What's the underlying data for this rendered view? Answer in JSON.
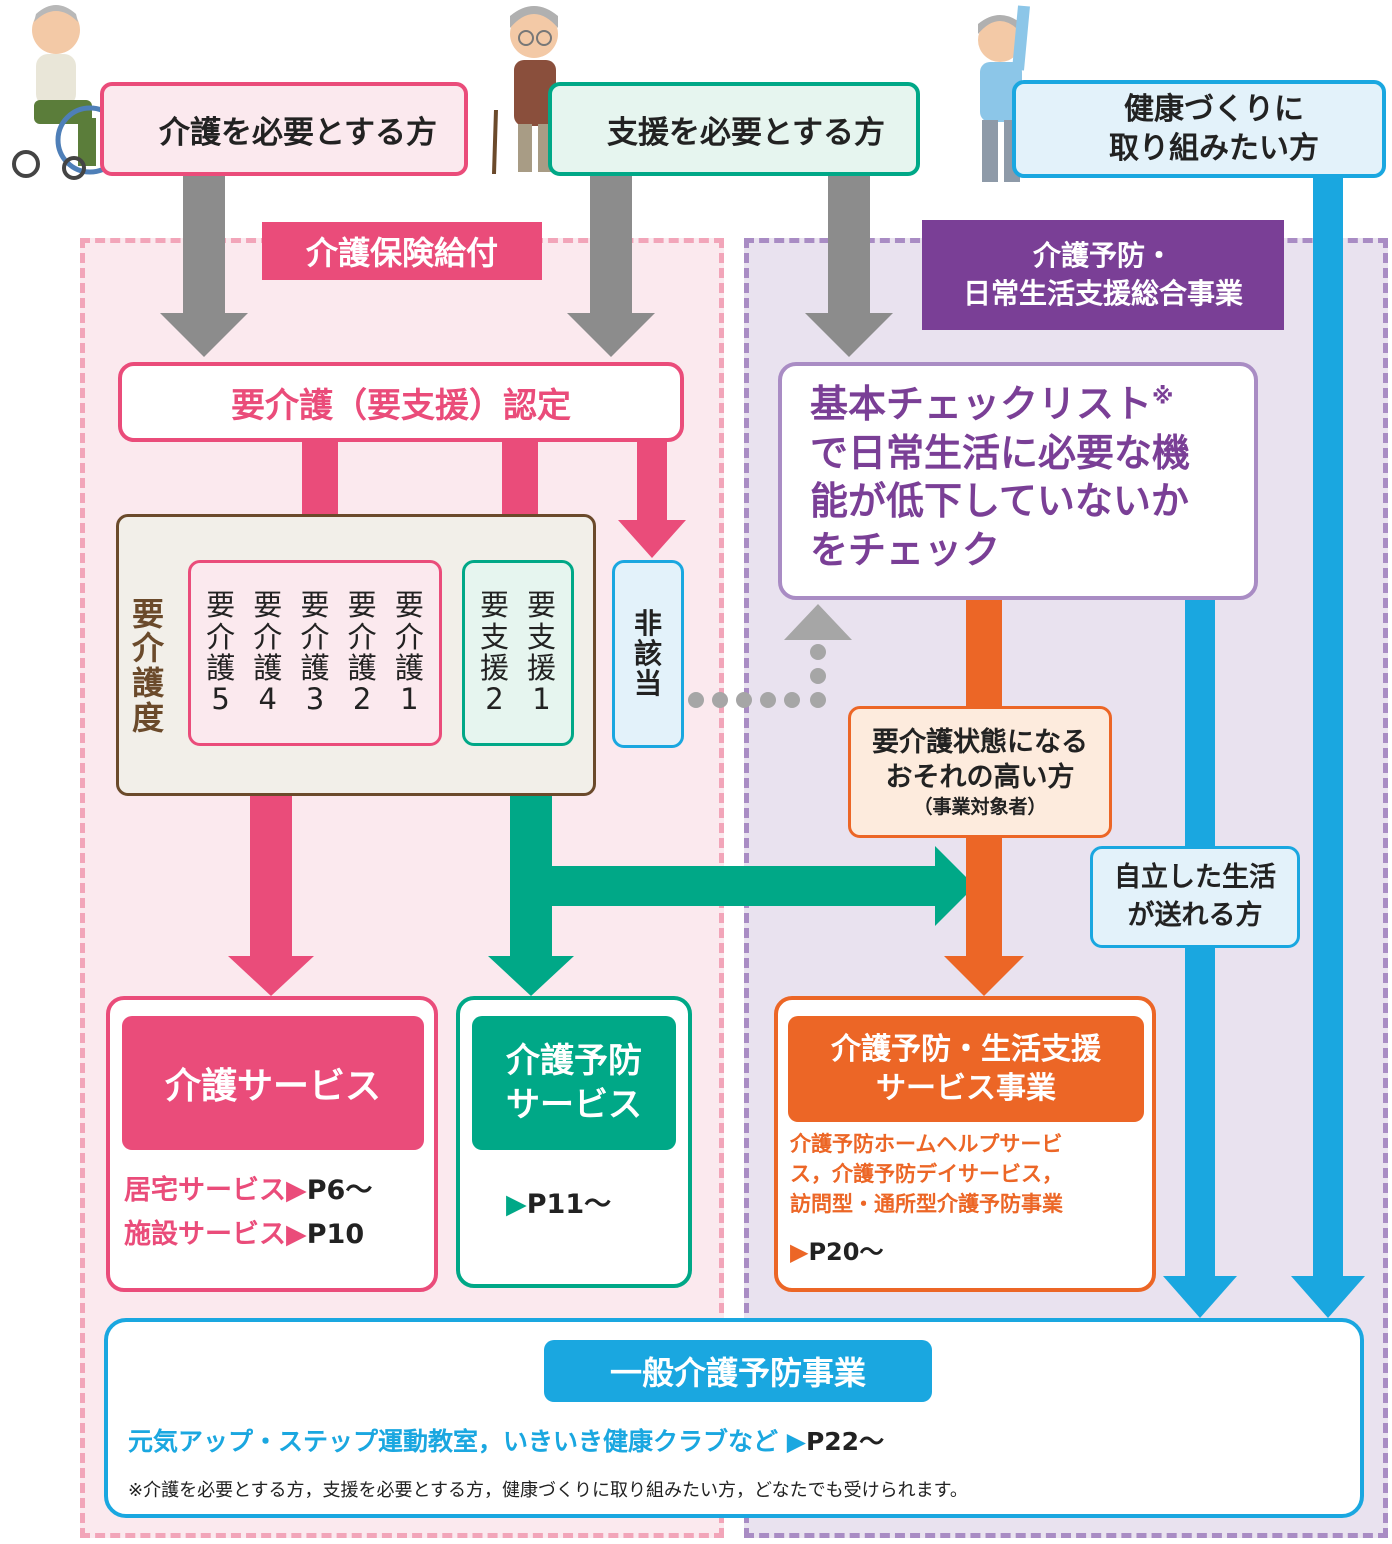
{
  "colors": {
    "pink": "#ea4c7a",
    "pink_bg": "#fbe9ee",
    "pink_border": "#f2a5b9",
    "green": "#00a887",
    "green_bg": "#e6f5ef",
    "purple": "#7a3f96",
    "purple_bg": "#e9e2ef",
    "purple_border": "#a98cc4",
    "orange": "#ec6626",
    "orange_bg": "#fdebdd",
    "blue": "#1aa7e0",
    "blue_bg": "#e3f2fa",
    "gray": "#8c8c8c",
    "brown_bg": "#f2efe9",
    "brown_text": "#6b4a2b"
  },
  "top_boxes": {
    "care": "介護を必要とする方",
    "support": "支援を必要とする方",
    "health_line1": "健康づくりに",
    "health_line2": "取り組みたい方"
  },
  "insurance_label": "介護保険給付",
  "general_program_label_line1": "介護予防・",
  "general_program_label_line2": "日常生活支援総合事業",
  "certification": "要介護（要支援）認定",
  "care_level_title": [
    "要",
    "介",
    "護",
    "度"
  ],
  "care_levels": [
    {
      "chars": [
        "要",
        "介",
        "護"
      ],
      "num": "5"
    },
    {
      "chars": [
        "要",
        "介",
        "護"
      ],
      "num": "4"
    },
    {
      "chars": [
        "要",
        "介",
        "護"
      ],
      "num": "3"
    },
    {
      "chars": [
        "要",
        "介",
        "護"
      ],
      "num": "2"
    },
    {
      "chars": [
        "要",
        "介",
        "護"
      ],
      "num": "1"
    }
  ],
  "support_levels": [
    {
      "chars": [
        "要",
        "支",
        "援"
      ],
      "num": "2"
    },
    {
      "chars": [
        "要",
        "支",
        "援"
      ],
      "num": "1"
    }
  ],
  "not_applicable": [
    "非",
    "該",
    "当"
  ],
  "checklist": {
    "lines": [
      "基本チェックリスト",
      "で日常生活に必要な機",
      "能が低下していないか",
      "をチェック"
    ],
    "mark": "※"
  },
  "high_risk": {
    "line1": "要介護状態になる",
    "line2": "おそれの高い方",
    "note": "（事業対象者）"
  },
  "independent": {
    "line1": "自立した生活",
    "line2": "が送れる方"
  },
  "care_service": {
    "title": "介護サービス",
    "home_label": "居宅サービス",
    "home_page": "P6～",
    "facility_label": "施設サービス",
    "facility_page": "P10"
  },
  "prevention_service": {
    "title_line1": "介護予防",
    "title_line2": "サービス",
    "page": "P11～"
  },
  "life_support": {
    "title_line1": "介護予防・生活支援",
    "title_line2": "サービス事業",
    "desc": [
      "介護予防ホームヘルプサービ",
      "ス，介護予防デイサービス，",
      "訪問型・通所型介護予防事業"
    ],
    "page": "P20～"
  },
  "general_prevention": {
    "title": "一般介護予防事業",
    "programs": "元気アップ・ステップ運動教室，いきいき健康クラブなど",
    "page": "P22～",
    "note": "※介護を必要とする方，支援を必要とする方，健康づくりに取り組みたい方，どなたでも受けられます。"
  },
  "icons": [
    "wheelchair-person-icon",
    "cane-person-icon",
    "exercising-person-icon",
    "triangle-marker-icon"
  ]
}
